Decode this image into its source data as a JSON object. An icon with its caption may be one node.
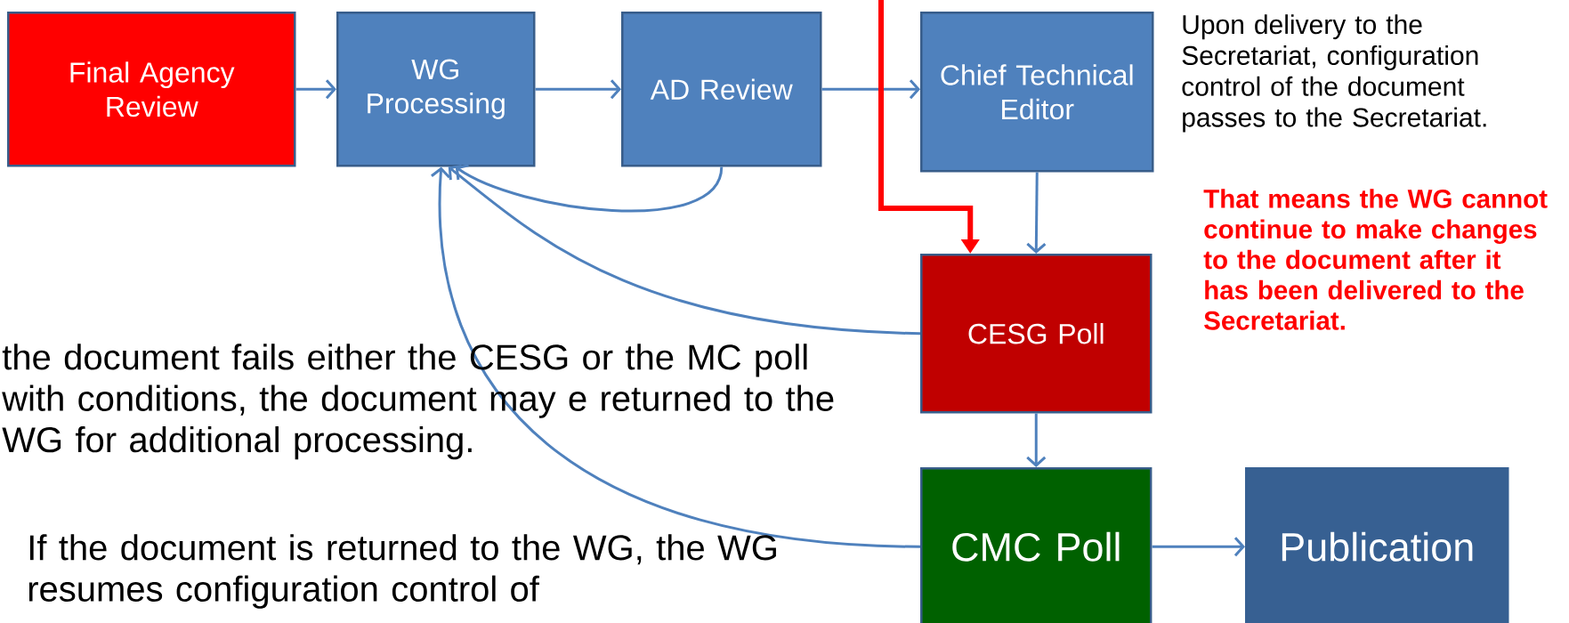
{
  "diagram": {
    "nodes": [
      {
        "text": [
          "Final Agency Review"
        ]
      },
      {
        "text": [
          "WG Processing"
        ]
      },
      {
        "text": [
          "AD Review"
        ]
      },
      {
        "text": [
          "Chief Technical Editor"
        ]
      },
      {
        "text": [
          "CESG Poll"
        ]
      },
      {
        "text": [
          "CMC Poll"
        ]
      },
      {
        "text": [
          "Publication"
        ]
      }
    ],
    "edges": [
      {
        "from": 0,
        "to": 1,
        "arrow": "to"
      },
      {
        "from": 1,
        "to": 2,
        "arrow": "to"
      },
      {
        "from": 2,
        "to": 3,
        "arrow": "to"
      },
      {
        "from": 3,
        "to": 4,
        "arrow": "to"
      },
      {
        "from": 4,
        "to": 5,
        "arrow": "to"
      },
      {
        "from": 5,
        "to": 6,
        "arrow": "to"
      },
      {
        "from": 2,
        "to": 1,
        "arrow": "to"
      },
      {
        "from": 4,
        "to": 1,
        "arrow": "to"
      },
      {
        "from": 5,
        "to": 1,
        "arrow": "to"
      },
      {
        "from": null,
        "to": 4,
        "arrow": "to",
        "style": "thick",
        "color": "#ff0000"
      }
    ],
    "labels": [
      "Upon delivery to the Secretariat, configuration control of the document passes to the Secretariat.",
      "That means the WG cannot continue to make changes to the document after it has been delivered to the Secretariat.",
      "the document fails either the CESG or the MC poll with conditions, the document may e returned to the WG for additional processing.",
      "If the document is returned to the WG, the WG resumes configuration control of"
    ]
  }
}
